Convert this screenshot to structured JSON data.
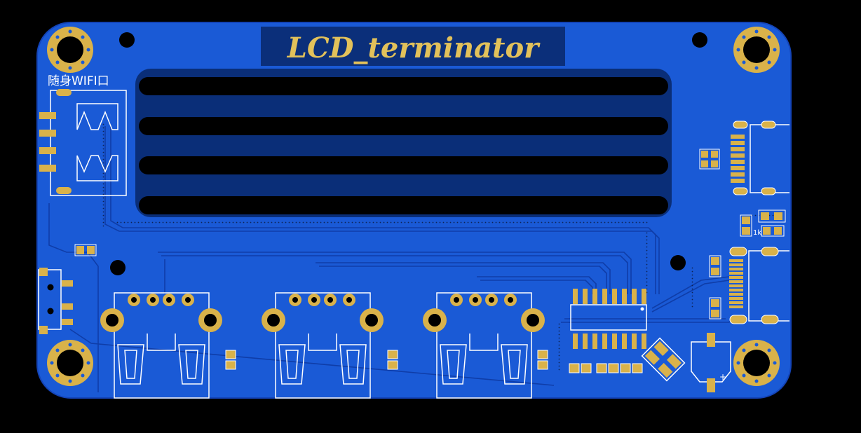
{
  "board": {
    "title": "LCD_terminator",
    "wifi_label": "随身WIFI口",
    "resistor_label": "1k",
    "polarity_mark": "+"
  },
  "colors": {
    "background": "#000000",
    "board_fill": "#1a5ad6",
    "board_edge": "#1040b0",
    "pad_gold": "#d9b24a",
    "silkscreen": "#ffffff",
    "title_banner": "#0b2f7a",
    "title_text": "#e2c15a",
    "lcd_window": "#0a2e78",
    "lcd_slot": "#000000",
    "via_fill": "#0d1f4a"
  },
  "components": {
    "mounting_holes": [
      "mounting-hole-top-left",
      "mounting-hole-top-right",
      "mounting-hole-bottom-left",
      "mounting-hole-bottom-right"
    ],
    "usb_a_ports": [
      "usb-port-1",
      "usb-port-2",
      "usb-port-3"
    ],
    "lcd_slots": 4,
    "ic": "ic-sop16",
    "crystal": "crystal-4pad",
    "capacitor": "electrolytic-capacitor",
    "usb_c_connectors": [
      "usb-c-upper",
      "usb-c-lower"
    ],
    "usb_a_wifi_port": "wifi-usb-port",
    "switch": "slide-switch"
  }
}
